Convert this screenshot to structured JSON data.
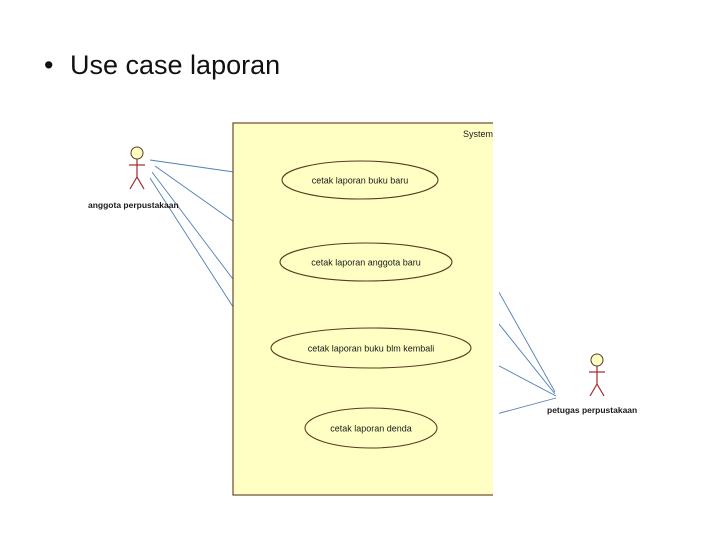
{
  "slide": {
    "bullet": "•",
    "title": "Use case laporan"
  },
  "diagram": {
    "system_label": "System",
    "colors": {
      "system_fill": "#ffffc4",
      "system_border": "#6b4a2a",
      "usecase_fill": "#ffffc4",
      "usecase_border": "#5a3b1e",
      "actor_head": "#ffffc4",
      "actor_body": "#9b2c2c",
      "association": "#4f7fb8",
      "text": "#1a1a1a"
    },
    "actors": [
      {
        "id": "anggota",
        "name": "anggota perpustakaan"
      },
      {
        "id": "petugas",
        "name": "petugas perpustakaan"
      }
    ],
    "use_cases": [
      {
        "id": "uc1",
        "label": "cetak laporan buku baru"
      },
      {
        "id": "uc2",
        "label": "cetak laporan anggota baru"
      },
      {
        "id": "uc3",
        "label": "cetak laporan buku blm kembali"
      },
      {
        "id": "uc4",
        "label": "cetak laporan denda"
      }
    ],
    "associations": [
      {
        "from": "anggota",
        "to": "uc1"
      },
      {
        "from": "anggota",
        "to": "uc2"
      },
      {
        "from": "anggota",
        "to": "uc3"
      },
      {
        "from": "anggota",
        "to": "uc4"
      },
      {
        "from": "petugas",
        "to": "uc1"
      },
      {
        "from": "petugas",
        "to": "uc2"
      },
      {
        "from": "petugas",
        "to": "uc3"
      },
      {
        "from": "petugas",
        "to": "uc4"
      }
    ]
  }
}
